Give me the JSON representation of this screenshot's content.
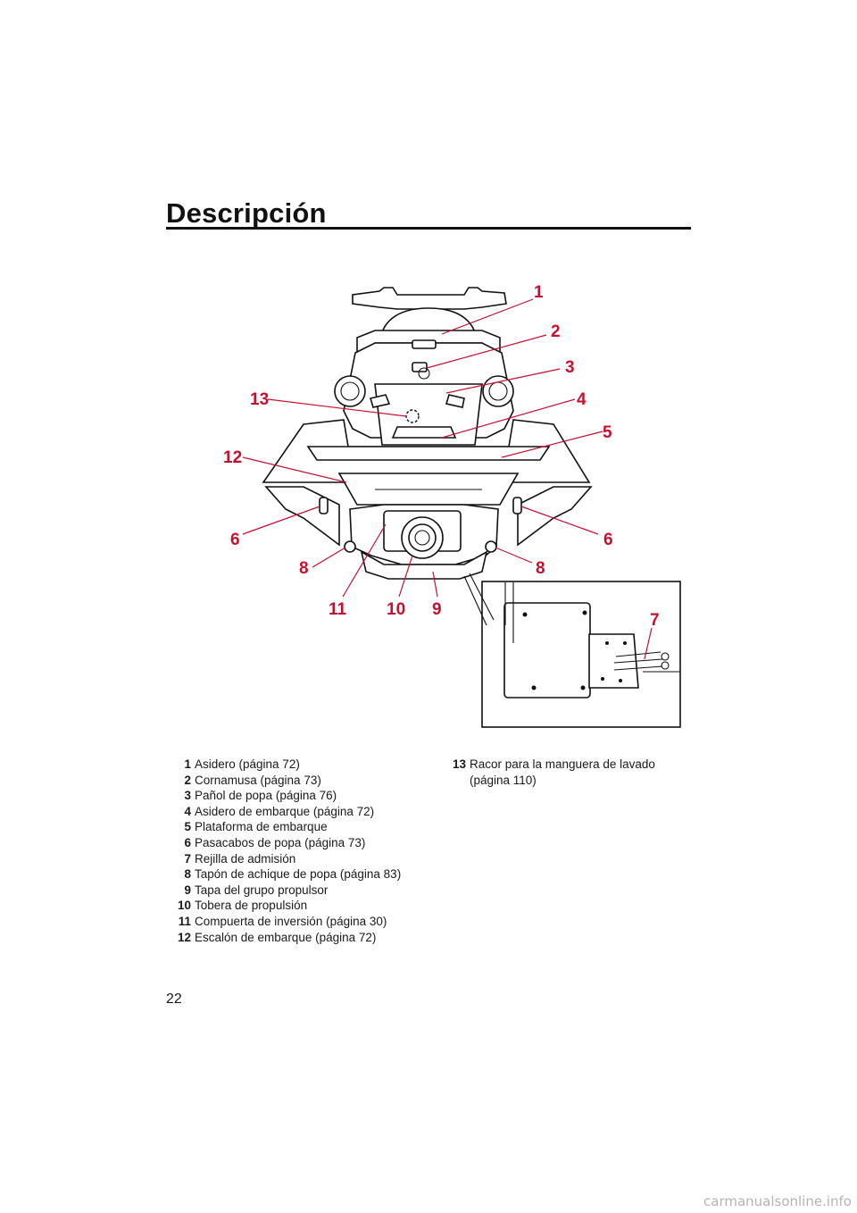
{
  "header": {
    "title": "Descripción"
  },
  "figure": {
    "callouts": [
      "1",
      "2",
      "3",
      "4",
      "5",
      "6",
      "6",
      "8",
      "8",
      "11",
      "10",
      "9",
      "13",
      "12",
      "7"
    ]
  },
  "legend": {
    "left": [
      {
        "num": "1",
        "text": "Asidero (página 72)"
      },
      {
        "num": "2",
        "text": "Cornamusa (página 73)"
      },
      {
        "num": "3",
        "text": "Pañol de popa (página 76)"
      },
      {
        "num": "4",
        "text": "Asidero de embarque (página 72)"
      },
      {
        "num": "5",
        "text": "Plataforma de embarque"
      },
      {
        "num": "6",
        "text": "Pasacabos de popa (página 73)"
      },
      {
        "num": "7",
        "text": "Rejilla de admisión"
      },
      {
        "num": "8",
        "text": "Tapón de achique de popa (página 83)"
      },
      {
        "num": "9",
        "text": "Tapa del grupo propulsor"
      },
      {
        "num": "10",
        "text": "Tobera de propulsión"
      },
      {
        "num": "11",
        "text": "Compuerta de inversión (página 30)"
      },
      {
        "num": "12",
        "text": "Escalón de embarque (página 72)"
      }
    ],
    "right": [
      {
        "num": "13",
        "text": "Racor para la manguera de lavado (página 110)"
      }
    ]
  },
  "footer": {
    "page_number": "22",
    "watermark": "carmanualsonline.info"
  }
}
